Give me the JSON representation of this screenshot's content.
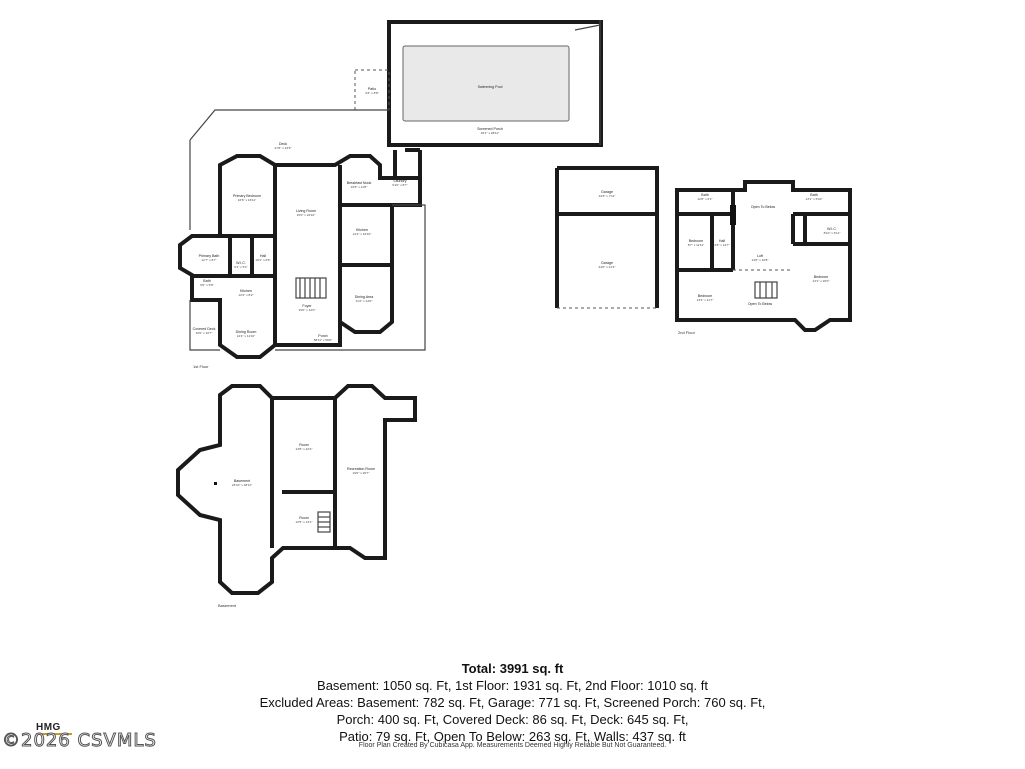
{
  "watermark": {
    "logo": "HMG",
    "text": "©2026 CSVMLS"
  },
  "summary": {
    "total": "Total: 3991 sq. ft",
    "line1": "Basement: 1050 sq. Ft, 1st Floor: 1931 sq. Ft, 2nd Floor: 1010 sq. ft",
    "line2": "Excluded Areas: Basement: 782 sq. Ft, Garage: 771 sq. Ft, Screened Porch: 760 sq. Ft,",
    "line3": "Porch: 400 sq. Ft, Covered Deck: 86 sq. Ft, Deck: 645 sq. Ft,",
    "line4": "Patio: 79 sq. Ft, Open To Below: 263 sq. Ft, Walls: 437 sq. ft"
  },
  "footer_note": "Floor Plan Created By Cubicasa App. Measurements Deemed Highly Reliable But Not Guaranteed.",
  "floors": {
    "first": "1st Floor",
    "second": "2nd Floor",
    "basement": "Basement"
  },
  "rooms": {
    "swimming_pool": {
      "name": "Swimming Pool"
    },
    "patio": {
      "name": "Patio",
      "dim": "9'3\" x 8'8\""
    },
    "screened_porch": {
      "name": "Screened Porch",
      "dim": "46'1\" x 28'11\""
    },
    "deck": {
      "name": "Deck",
      "dim": "47'8\" x 23'9\""
    },
    "primary_bedroom": {
      "name": "Primary Bedroom",
      "dim": "16'6\" x 16'11\""
    },
    "living_room": {
      "name": "Living Room",
      "dim": "15'0\" x 22'10\""
    },
    "breakfast_nook": {
      "name": "Breakfast Nook",
      "dim": "10'6\" x 11'8\""
    },
    "laundry": {
      "name": "Laundry",
      "dim": "6'10\" x 8'7\""
    },
    "kitchen": {
      "name": "Kitchen",
      "dim": "12'2\" x 16'10\""
    },
    "primary_bath": {
      "name": "Primary Bath",
      "dim": "12'7\" x 8'7\""
    },
    "wic_first": {
      "name": "W.I.C.",
      "dim": "6'1\" x 5'1\""
    },
    "hall_first": {
      "name": "Hall",
      "dim": "10'1\" x 6'6\""
    },
    "bath_first": {
      "name": "Bath",
      "dim": "6'0\" x 5'8\""
    },
    "kitchen_small": {
      "name": "Kitchen",
      "dim": "12'4\" x 8'2\""
    },
    "foyer": {
      "name": "Foyer",
      "dim": "15'0\" x 12'0\""
    },
    "dining_area": {
      "name": "Dining Area",
      "dim": "11'2\" x 14'0\""
    },
    "covered_deck": {
      "name": "Covered Deck",
      "dim": "10'0\" x 10'7\""
    },
    "dining_room": {
      "name": "Dining Room",
      "dim": "12'4\" x 11'10\""
    },
    "porch": {
      "name": "Porch",
      "dim": "58'11\" x 56'0\""
    },
    "garage_top": {
      "name": "Garage",
      "dim": "24'6\" x 7'11\""
    },
    "garage_main": {
      "name": "Garage",
      "dim": "24'0\" x 21'4\""
    },
    "bath_2a": {
      "name": "Bath",
      "dim": "12'8\" x 6'1\""
    },
    "open_to_below_a": {
      "name": "Open To Below"
    },
    "bath_2b": {
      "name": "Bath",
      "dim": "13'1\" x 5'10\""
    },
    "bedroom_a": {
      "name": "Bedroom",
      "dim": "8'7\" x 11'11\""
    },
    "hall_2": {
      "name": "Hall",
      "dim": "4'6\" x 12'7\""
    },
    "loft": {
      "name": "Loft",
      "dim": "14'6\" x 10'8\""
    },
    "wic_2": {
      "name": "W.I.C.",
      "dim": "8'10\" x 6'11\""
    },
    "bedroom_b": {
      "name": "Bedroom",
      "dim": "13'1\" x 20'0\""
    },
    "bedroom_c": {
      "name": "Bedroom",
      "dim": "13'4\" x 11'7\""
    },
    "open_to_below_b": {
      "name": "Open To Below"
    },
    "room_base_a": {
      "name": "Room",
      "dim": "13'8\" x 22'4\""
    },
    "basement_room": {
      "name": "Basement",
      "dim": "24'10\" x 48'11\""
    },
    "recreation_room": {
      "name": "Recreation Room",
      "dim": "19'0\" x 26'7\""
    },
    "room_base_b": {
      "name": "Room",
      "dim": "12'5\" x 13'1\""
    }
  }
}
